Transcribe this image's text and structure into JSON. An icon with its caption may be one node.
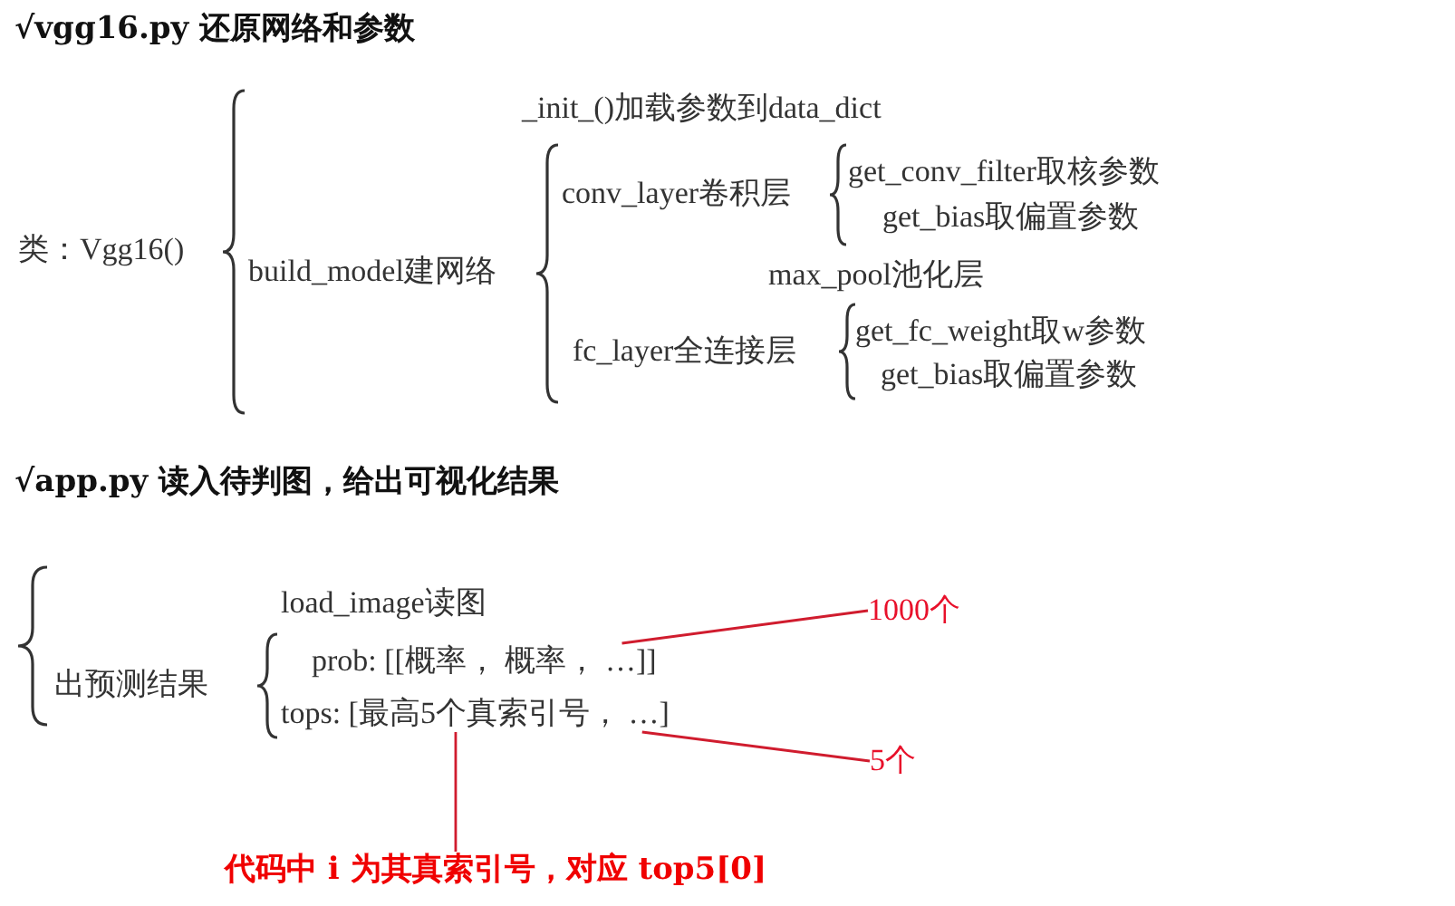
{
  "diagram": {
    "nodes": [
      {
        "text": [
          "prob: [[概率， 概率， …]]"
        ]
      },
      {
        "text": [
          "tops: [最高5个真索引号， …]"
        ]
      },
      {
        "text": [
          "1000个"
        ]
      },
      {
        "text": [
          "5个"
        ]
      },
      {
        "text": [
          "代码中 i 为其真索引号，对应 top5[0]"
        ]
      }
    ],
    "edges": [
      {
        "from": 2,
        "to": 0,
        "arrow": "none"
      },
      {
        "from": 3,
        "to": 1,
        "arrow": "none"
      },
      {
        "from": 4,
        "to": 1,
        "arrow": "none"
      }
    ],
    "labels": [
      "√vgg16.py 还原网络和参数",
      "_init_()加载参数到data_dict",
      "conv_layer卷积层",
      "get_conv_filter取核参数",
      "类：Vgg16()",
      "get_bias取偏置参数",
      "build_model建网络",
      "max_pool池化层",
      "fc_layer全连接层",
      "get_fc_weight取w参数",
      "get_bias取偏置参数",
      "√app.py 读入待判图，给出可视化结果",
      "load_image读图",
      "出预测结果"
    ]
  }
}
